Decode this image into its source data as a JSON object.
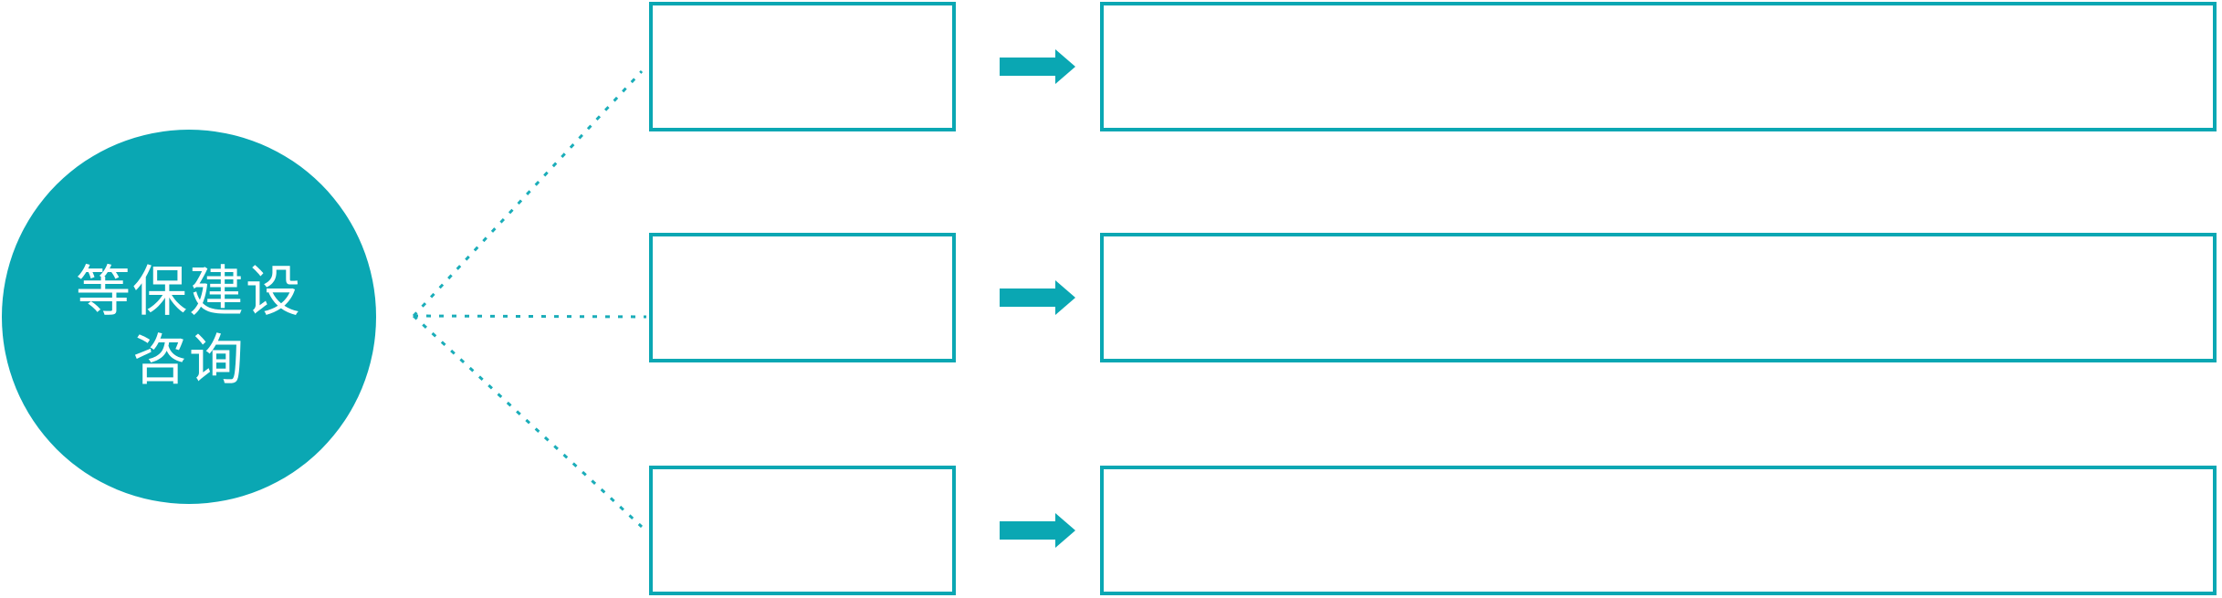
{
  "diagram": {
    "center_node": {
      "label_line1": "等保建设",
      "label_line2": "咨询"
    },
    "rows": [
      {
        "step_label": "",
        "detail_label": ""
      },
      {
        "step_label": "",
        "detail_label": ""
      },
      {
        "step_label": "",
        "detail_label": ""
      }
    ],
    "icons": {
      "arrow": "right-arrow-icon",
      "connector": "dotted-line"
    }
  },
  "colors": {
    "teal": "#0aa7b3",
    "dotted": "#1aadb9",
    "text": "#ffffff",
    "background": "#ffffff"
  }
}
